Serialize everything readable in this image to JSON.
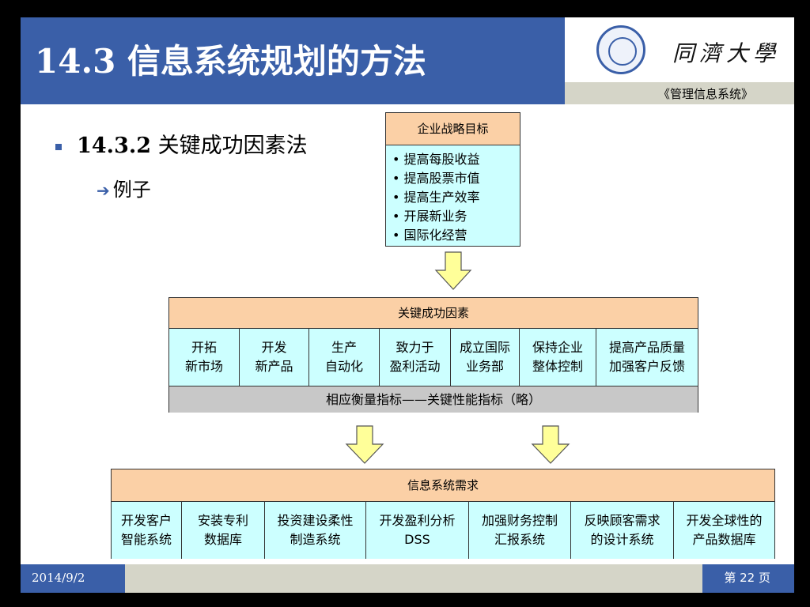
{
  "header": {
    "title": "14.3 信息系统规划的方法",
    "university_name": "同濟大學",
    "course": "《管理信息系统》"
  },
  "content": {
    "bullet_main_number": "14.3.2",
    "bullet_main_text": "关键成功因素法",
    "bullet_sub": "例子"
  },
  "diagram": {
    "goal": {
      "title": "企业战略目标",
      "items": [
        "提高每股收益",
        "提高股票市值",
        "提高生产效率",
        "开展新业务",
        "国际化经营"
      ]
    },
    "csf": {
      "title": "关键成功因素",
      "cells": [
        [
          "开拓",
          "新市场"
        ],
        [
          "开发",
          "新产品"
        ],
        [
          "生产",
          "自动化"
        ],
        [
          "致力于",
          "盈利活动"
        ],
        [
          "成立国际",
          "业务部"
        ],
        [
          "保持企业",
          "整体控制"
        ],
        [
          "提高产品质量",
          "加强客户反馈"
        ]
      ],
      "footer": "相应衡量指标——关键性能指标（略）"
    },
    "requirements": {
      "title": "信息系统需求",
      "cells": [
        [
          "开发客户",
          "智能系统"
        ],
        [
          "安装专利",
          "数据库"
        ],
        [
          "投资建设柔性",
          "制造系统"
        ],
        [
          "开发盈利分析",
          "DSS"
        ],
        [
          "加强财务控制",
          "汇报系统"
        ],
        [
          "反映顾客需求",
          "的设计系统"
        ],
        [
          "开发全球性的",
          "产品数据库"
        ]
      ]
    }
  },
  "footer": {
    "date": "2014/9/2",
    "page": "第 22 页"
  },
  "colors": {
    "accent": "#3a5fa8",
    "header_fill": "#fbd0a6",
    "cell_fill": "#ccffff",
    "metric_fill": "#c8c8c8",
    "arrow_fill": "#ffff99"
  }
}
